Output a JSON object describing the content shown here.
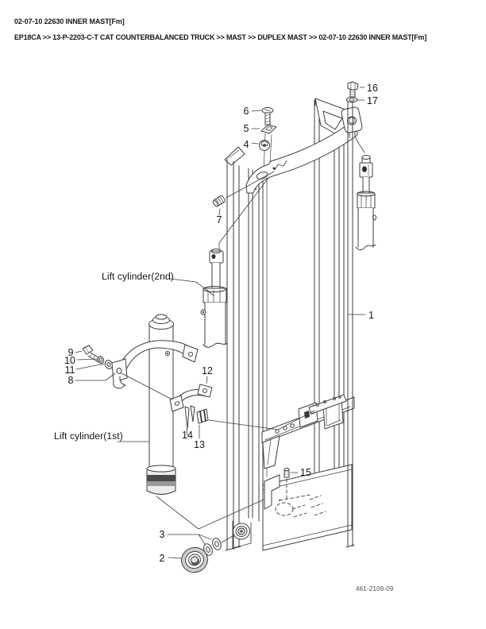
{
  "header": {
    "title": "02-07-10 22630 INNER MAST[Fm]",
    "breadcrumb": "EP18CA >> 13-P-2203-C-T CAT COUNTERBALANCED TRUCK >> MAST >> DUPLEX MAST >> 02-07-10 22630 INNER MAST[Fm]"
  },
  "diagram": {
    "labels": {
      "lift_cylinder_2nd": "Lift cylinder(2nd)",
      "lift_cylinder_1st": "Lift cylinder(1st)"
    },
    "callouts": {
      "1": "1",
      "2": "2",
      "3": "3",
      "4": "4",
      "5": "5",
      "6": "6",
      "7": "7",
      "8": "8",
      "9": "9",
      "10": "10",
      "11": "11",
      "12": "12",
      "13": "13",
      "14": "14",
      "15": "15",
      "16": "16",
      "17": "17"
    },
    "drawing_number": "461-2109-09",
    "line_color": "#3d3d3d",
    "text_color": "#161616",
    "footer_color": "#4b4b4b"
  }
}
